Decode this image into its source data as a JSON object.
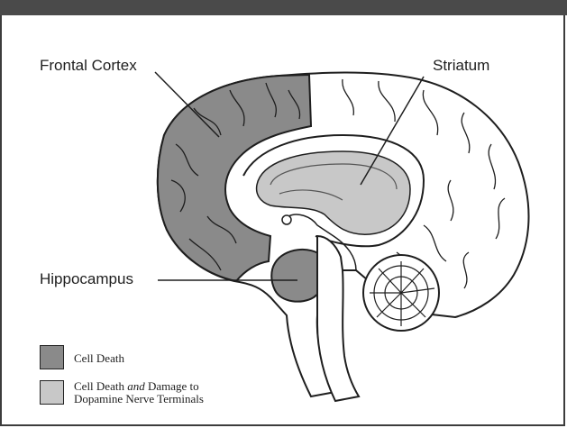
{
  "labels": {
    "frontal_cortex": "Frontal Cortex",
    "striatum": "Striatum",
    "hippocampus": "Hippocampus"
  },
  "legend": [
    {
      "text": "Cell Death",
      "color": "#8a8a8a"
    },
    {
      "text_line1_a": "Cell Death ",
      "text_line1_em": "and",
      "text_line1_b": " Damage to",
      "text_line2": "Dopamine Nerve Terminals",
      "color": "#c8c8c8"
    }
  ],
  "colors": {
    "cell_death": "#8a8a8a",
    "dopamine_damage": "#c8c8c8",
    "outline": "#1e1e1e",
    "header_bar": "#4a4a4a"
  }
}
